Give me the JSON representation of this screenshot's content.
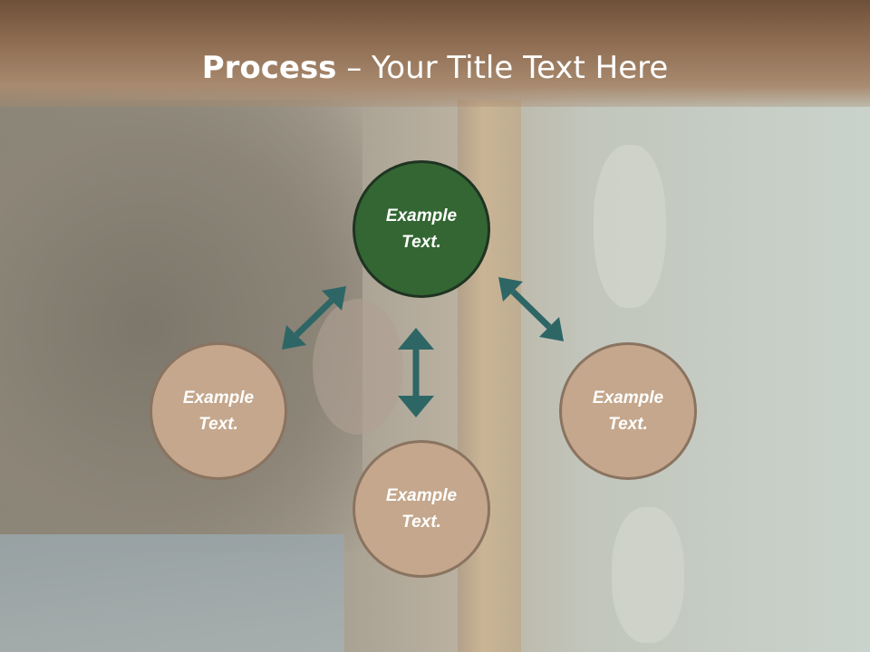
{
  "slide": {
    "title_bold": "Process",
    "title_rest": " – Your Title Text Here"
  },
  "diagram": {
    "center_node": {
      "label": "Example Text."
    },
    "nodes": [
      {
        "label": "Example Text."
      },
      {
        "label": "Example Text."
      },
      {
        "label": "Example Text."
      }
    ]
  },
  "colors": {
    "center_fill": "#336633",
    "node_fill": "#c4a78c",
    "arrow": "#2e6666",
    "header": "#8f6d52"
  }
}
